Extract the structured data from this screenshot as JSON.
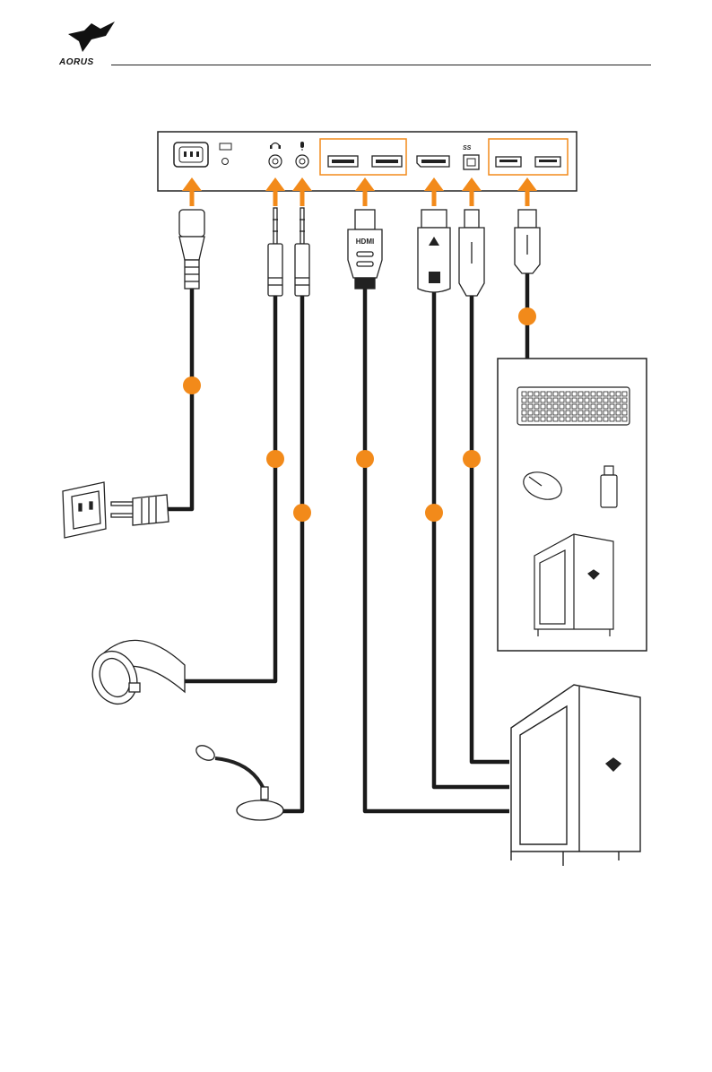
{
  "brand": {
    "logo_text": "AORUS"
  },
  "panel": {
    "hdmi_label": "HDMI",
    "usb_label": "SS"
  },
  "colors": {
    "accent": "#f28a1a",
    "cable": "#1a1a1a",
    "outline": "#222222"
  },
  "icons": [
    "ac-inlet-icon",
    "kensington-lock-icon",
    "headphone-jack-icon",
    "mic-jack-icon",
    "hdmi-port-icon",
    "displayport-icon",
    "usb-b-port-icon",
    "usb-a-port-icon",
    "power-plug-icon",
    "wall-outlet-icon",
    "headphones-icon",
    "microphone-icon",
    "keyboard-icon",
    "mouse-icon",
    "usb-drive-icon",
    "pc-tower-icon"
  ]
}
